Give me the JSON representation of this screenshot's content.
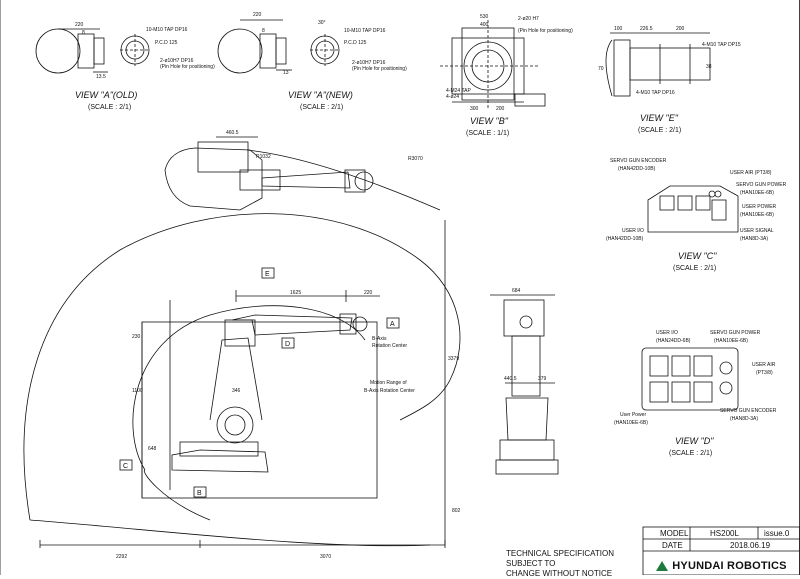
{
  "views": {
    "a_old": {
      "title": "VIEW \"A\"(OLD)",
      "scale": "(SCALE : 2/1)",
      "dims": [
        "220",
        "8",
        "13.5"
      ],
      "notes": [
        "10-M10 TAP DP16",
        "2-ø10H7 DP16",
        "(Pin Hole for positioning)",
        "P.C.D 125"
      ]
    },
    "a_new": {
      "title": "VIEW \"A\"(NEW)",
      "scale": "(SCALE : 2/1)",
      "dims": [
        "220",
        "8",
        "13",
        "30°"
      ],
      "notes": [
        "10-M10 TAP DP16",
        "2-ø10H7 DP16",
        "(Pin Hole for positioning)",
        "P.C.D 125"
      ]
    },
    "b": {
      "title": "VIEW \"B\"",
      "scale": "(SCALE : 1/1)",
      "dims": [
        "530",
        "400",
        "300",
        "200"
      ],
      "notes": [
        "2-ø20 H7",
        "(Pin Hole for positioning)",
        "4-M24 TAP",
        "4-ø24"
      ]
    },
    "e": {
      "title": "VIEW \"E\"",
      "scale": "(SCALE : 2/1)",
      "dims": [
        "100",
        "226.5",
        "200",
        "70",
        "38"
      ],
      "notes": [
        "4-M10 TAP DP15",
        "4-M10 TAP DP16"
      ]
    },
    "c": {
      "title": "VIEW \"C\"",
      "scale": "(SCALE : 2/1)",
      "notes": [
        "SERVO GUN ENCODER",
        "(HAN42DD-10B)",
        "USER AIR (PT3/8)",
        "SERVO GUN POWER",
        "(HAN10EE-6B)",
        "USER POWER",
        "(HAN10EE-6B)",
        "USER SIGNAL",
        "(HAN8D-3A)",
        "USER I/O",
        "(HAN42DD-10B)"
      ]
    },
    "d": {
      "title": "VIEW \"D\"",
      "scale": "(SCALE : 2/1)",
      "notes": [
        "USER I/O",
        "(HAN24DD-6B)",
        "SERVO GUN POWER",
        "(HAN10EE-6B)",
        "USER AIR",
        "(PT3/8)",
        "User Power",
        "(HAN10EE-6B)",
        "SERVO GUN ENCODER",
        "(HAN8D-3A)"
      ]
    }
  },
  "main": {
    "dims_top": [
      "460.5",
      "R1032",
      "R3070"
    ],
    "dims_side": [
      "1625",
      "220",
      "230",
      "1100",
      "648",
      "346",
      "2292",
      "3070",
      "3379",
      "802",
      "684",
      "440.5",
      "379"
    ],
    "labels": [
      "B-Axis",
      "Rotation Center",
      "Motion Range of",
      "B-Axis Rotation Center"
    ],
    "view_markers": [
      "A",
      "B",
      "C",
      "D",
      "E"
    ]
  },
  "title_block": {
    "model_label": "MODEL",
    "model_value": "HS200L",
    "issue": "issue.0",
    "date_label": "DATE",
    "date_value": "2018.06.19"
  },
  "spec_note": [
    "TECHNICAL SPECIFICATION SUBJECT TO",
    "CHANGE WITHOUT NOTICE"
  ],
  "logo_text": "HYUNDAI ROBOTICS",
  "colors": {
    "line": "#111111",
    "logo": "#1d7a3a"
  }
}
